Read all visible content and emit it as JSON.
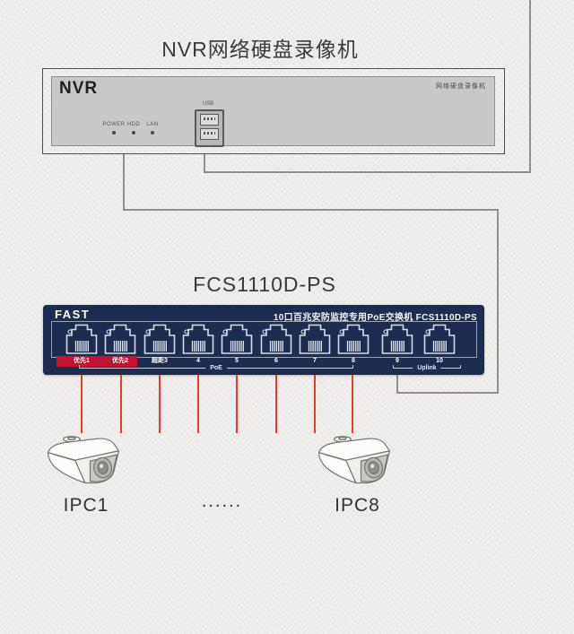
{
  "diagram": {
    "nvr_section": {
      "title": "NVR网络硬盘录像机",
      "device": {
        "brand": "NVR",
        "model_label": "网络硬盘录像机",
        "leds": [
          "POWER",
          "HDD",
          "LAN"
        ],
        "usb_label": "USB"
      }
    },
    "switch_section": {
      "title": "FCS1110D-PS",
      "device": {
        "brand": "FAST",
        "header": "10口百兆安防监控专用PoE交换机  FCS1110D-PS",
        "ports": [
          {
            "label": "优先1",
            "priority": true
          },
          {
            "label": "优先2",
            "priority": true
          },
          {
            "label": "超距3",
            "priority": false
          },
          {
            "label": "4",
            "priority": false
          },
          {
            "label": "5",
            "priority": false
          },
          {
            "label": "6",
            "priority": false
          },
          {
            "label": "7",
            "priority": false
          },
          {
            "label": "8",
            "priority": false
          },
          {
            "label": "9",
            "priority": false
          },
          {
            "label": "10",
            "priority": false
          }
        ],
        "poe_group_label": "PoE",
        "uplink_group_label": "Uplink"
      }
    },
    "cameras_section": {
      "left_camera_label": "IPC1",
      "ellipsis": "......",
      "right_camera_label": "IPC8"
    },
    "colors": {
      "background": "#edecea",
      "switch_body": "#1f2c52",
      "priority_red": "#c41230",
      "cable_red": "#e63c2a",
      "cable_gray": "#8f8f8d",
      "nvr_panel": "#c9c8c6"
    }
  }
}
